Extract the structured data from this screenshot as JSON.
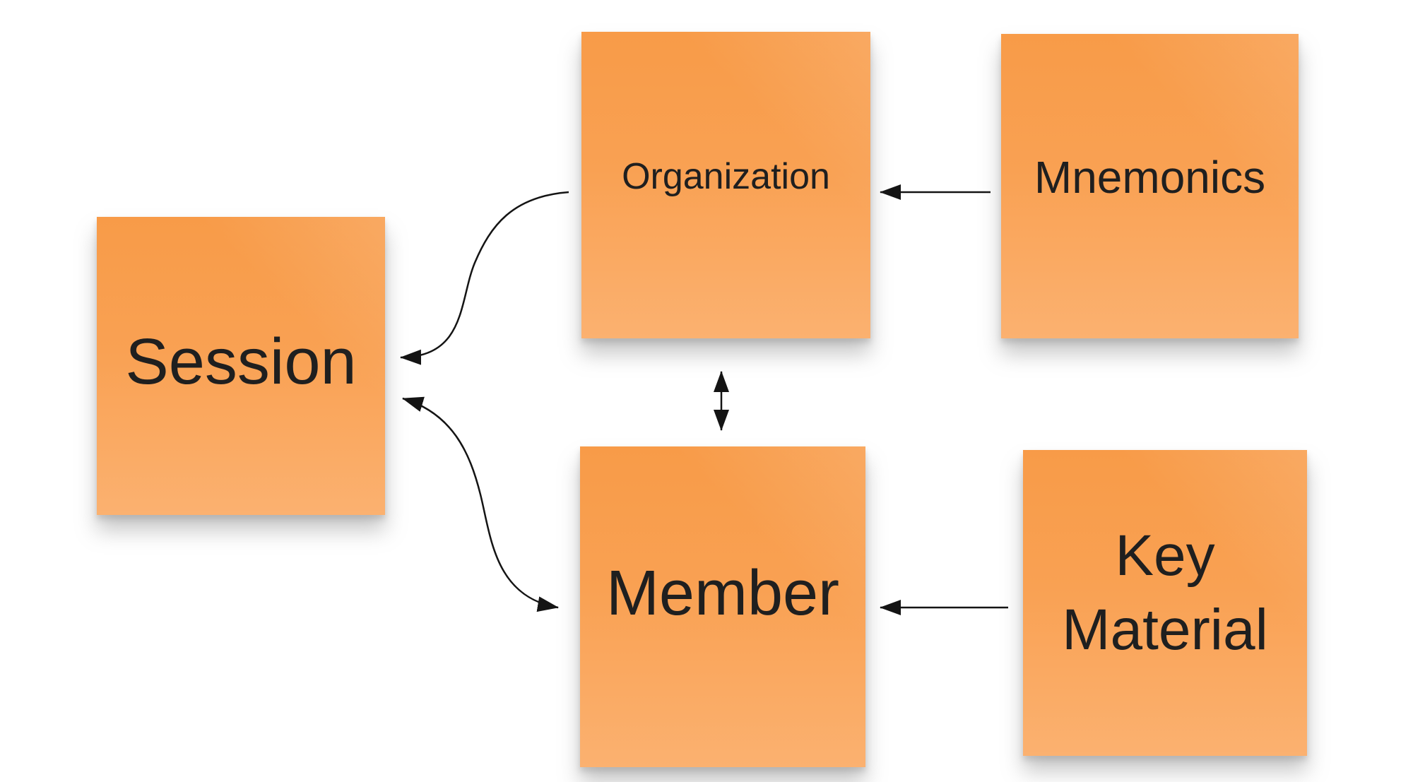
{
  "app": {
    "type": "sticky-note-diagram",
    "background": "#ffffff"
  },
  "notes": {
    "session": {
      "label": "Session"
    },
    "organization": {
      "label": "Organization"
    },
    "mnemonics": {
      "label": "Mnemonics"
    },
    "member": {
      "label": "Member"
    },
    "key_material": {
      "label": "Key Material"
    }
  },
  "connectors": [
    {
      "from": "mnemonics",
      "to": "organization",
      "shape": "straight-horizontal",
      "arrowheads": "single",
      "points_at": "organization"
    },
    {
      "from": "key_material",
      "to": "member",
      "shape": "straight-horizontal",
      "arrowheads": "single",
      "points_at": "member"
    },
    {
      "from": "organization",
      "to": "member",
      "shape": "straight-vertical",
      "arrowheads": "double"
    },
    {
      "from": "organization",
      "to": "session",
      "shape": "curved",
      "arrowheads": "single",
      "points_at": "session"
    },
    {
      "from": "session",
      "to": "member",
      "shape": "curved",
      "arrowheads": "double"
    }
  ],
  "colors": {
    "note_gradient_top": "#f89b48",
    "note_gradient_bottom": "#fbb170",
    "note_text": "#1f1f1f",
    "connector": "#141414",
    "background": "#ffffff"
  }
}
